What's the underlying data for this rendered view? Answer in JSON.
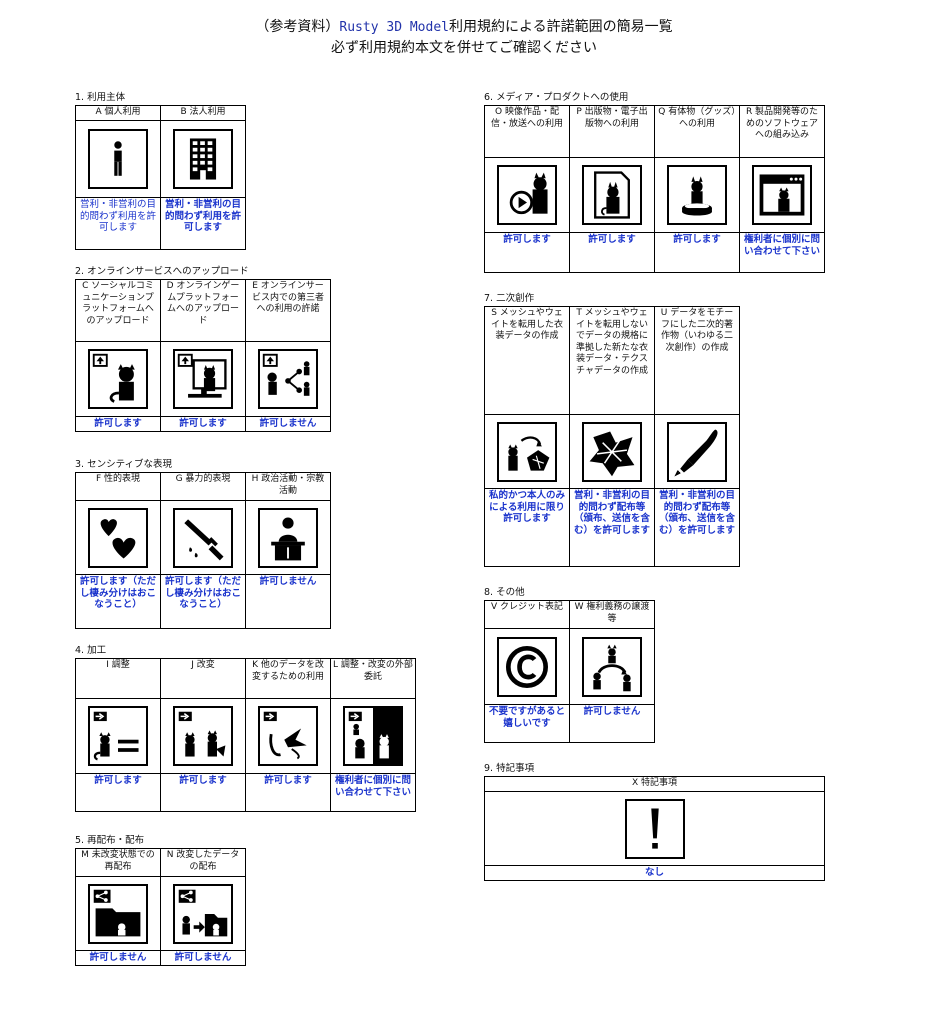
{
  "title": {
    "line1_prefix": "（参考資料）",
    "line1_model": "Rusty 3D Model",
    "line1_suffix": "利用規約による許諾範囲の簡易一覧",
    "line2": "必ず利用規約本文を併せてご確認ください"
  },
  "sections": [
    {
      "id": "s1",
      "heading": "1. 利用主体",
      "items": [
        {
          "id": "A",
          "header": "A 個人利用",
          "icon": "person-icon",
          "result": "営利・非営利の目的問わず利用を許可します"
        },
        {
          "id": "B",
          "header": "B 法人利用",
          "icon": "building-icon",
          "result": "営利・非営利の目的問わず利用を許可します"
        }
      ]
    },
    {
      "id": "s2",
      "heading": "2. オンラインサービスへのアップロード",
      "items": [
        {
          "id": "C",
          "header": "C ソーシャルコミュニケーションプラットフォームへのアップロード",
          "icon": "upload-social-icon",
          "result": "許可します"
        },
        {
          "id": "D",
          "header": "D オンラインゲームプラットフォームへのアップロード",
          "icon": "upload-game-icon",
          "result": "許可します"
        },
        {
          "id": "E",
          "header": "E オンラインサービス内での第三者への利用の許諾",
          "icon": "share-third-party-icon",
          "result": "許可しません"
        }
      ]
    },
    {
      "id": "s3",
      "heading": "3. センシティブな表現",
      "items": [
        {
          "id": "F",
          "header": "F 性的表現",
          "icon": "hearts-icon",
          "result": "許可します（ただし棲み分けはおこなうこと）"
        },
        {
          "id": "G",
          "header": "G 暴力的表現",
          "icon": "knife-icon",
          "result": "許可します（ただし棲み分けはおこなうこと）"
        },
        {
          "id": "H",
          "header": "H 政治活動・宗教活動",
          "icon": "podium-icon",
          "result": "許可しません"
        }
      ]
    },
    {
      "id": "s4",
      "heading": "4. 加工",
      "items": [
        {
          "id": "I",
          "header": "I 調整",
          "icon": "adjust-icon",
          "result": "許可します"
        },
        {
          "id": "J",
          "header": "J 改変",
          "icon": "modify-icon",
          "result": "許可します"
        },
        {
          "id": "K",
          "header": "K 他のデータを改変するための利用",
          "icon": "modify-other-icon",
          "result": "許可します"
        },
        {
          "id": "L",
          "header": "L 調整・改変の外部委託",
          "icon": "outsource-icon",
          "result": "権利者に個別に問い合わせて下さい"
        }
      ]
    },
    {
      "id": "s5",
      "heading": "5. 再配布・配布",
      "items": [
        {
          "id": "M",
          "header": "M 未改変状態での再配布",
          "icon": "folder-share-icon",
          "result": "許可しません"
        },
        {
          "id": "N",
          "header": "N 改変したデータの配布",
          "icon": "folder-modified-icon",
          "result": "許可しません"
        }
      ]
    },
    {
      "id": "s6",
      "heading": "6. メディア・プロダクトへの使用",
      "items": [
        {
          "id": "O",
          "header": "O 映像作品・配信・放送への利用",
          "icon": "video-icon",
          "result": "許可します"
        },
        {
          "id": "P",
          "header": "P 出版物・電子出版物への利用",
          "icon": "publication-icon",
          "result": "許可します"
        },
        {
          "id": "Q",
          "header": "Q 有体物（グッズ）への利用",
          "icon": "figure-goods-icon",
          "result": "許可します"
        },
        {
          "id": "R",
          "header": "R 製品開発等のためのソフトウェアへの組み込み",
          "icon": "software-icon",
          "result": "権利者に個別に問い合わせて下さい"
        }
      ]
    },
    {
      "id": "s7",
      "heading": "7. 二次創作",
      "items": [
        {
          "id": "S",
          "header": "S メッシュやウェイトを転用した衣装データの作成",
          "icon": "costume-transfer-icon",
          "result": "私的かつ本人のみによる利用に限り許可します"
        },
        {
          "id": "T",
          "header": "T メッシュやウェイトを転用しないでデータの規格に準拠した新たな衣装データ・テクスチャデータの作成",
          "icon": "costume-new-icon",
          "result": "営利・非営利の目的問わず配布等（頒布、送信を含む）を許可します"
        },
        {
          "id": "U",
          "header": "U データをモチーフにした二次的著作物（いわゆる二次創作）の作成",
          "icon": "pen-icon",
          "result": "営利・非営利の目的問わず配布等（頒布、送信を含む）を許可します"
        }
      ]
    },
    {
      "id": "s8",
      "heading": "8. その他",
      "items": [
        {
          "id": "V",
          "header": "V クレジット表記",
          "icon": "copyright-icon",
          "result": "不要ですがあると嬉しいです"
        },
        {
          "id": "W",
          "header": "W 権利義務の譲渡等",
          "icon": "transfer-icon",
          "result": "許可しません"
        }
      ]
    },
    {
      "id": "s9",
      "heading": "9. 特記事項",
      "items": [
        {
          "id": "X",
          "header": "X 特記事項",
          "icon": "exclamation-icon",
          "result": "なし"
        }
      ]
    }
  ]
}
